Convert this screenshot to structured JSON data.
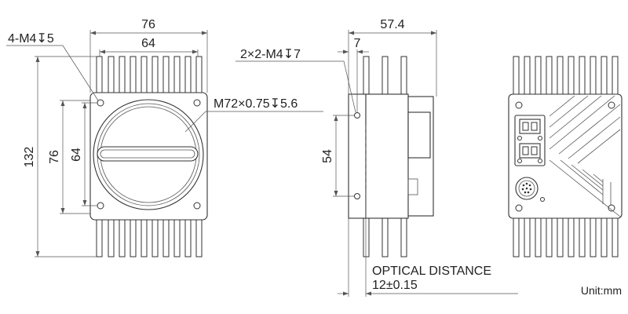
{
  "annotations": {
    "front_width_outer": "76",
    "front_width_inner": "64",
    "front_thread_holes": "4-M4↧5",
    "mount_thread": "M72×0.75↧5.6",
    "front_height_total": "132",
    "front_height_76": "76",
    "front_height_64": "64",
    "side_length": "57.4",
    "side_offset": "7",
    "side_thread_holes": "2×2-M4↧7",
    "side_hole_spacing": "54",
    "optical_distance_label": "OPTICAL DISTANCE",
    "optical_distance_value": "12±0.15",
    "unit": "Unit:mm"
  },
  "colors": {
    "line": "#333333",
    "dimension": "#555555",
    "text": "#222222",
    "background": "#ffffff"
  }
}
